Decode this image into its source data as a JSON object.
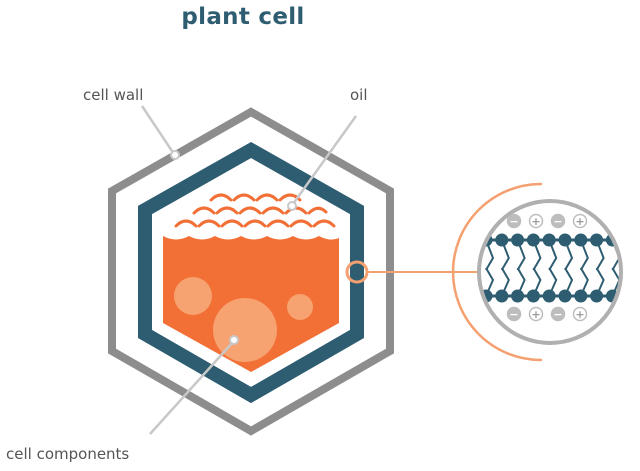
{
  "title": "plant cell",
  "labels": {
    "cell_wall": "cell wall",
    "oil": "oil",
    "cell_components": "cell components"
  },
  "membrane_symbols": {
    "top": [
      "−",
      "+",
      "−",
      "+"
    ],
    "bottom": [
      "−",
      "+",
      "−",
      "+"
    ]
  },
  "colors": {
    "title": "#2e5d72",
    "cell_wall": "#8d8d8d",
    "membrane": "#2e5d72",
    "components": "#f26f36",
    "components_light": "#f6a271",
    "callout_line": "#f4a070",
    "pointer_line": "#c8c8c8"
  }
}
